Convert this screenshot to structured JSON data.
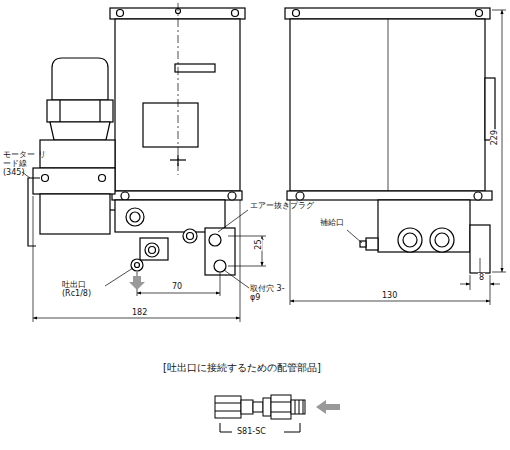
{
  "diagram": {
    "labels": [
      "モーター リード線 (345)",
      "エアー抜きプラグ",
      "補給口",
      "229",
      "25",
      "吐出口 (Rc1/8)",
      "70",
      "取付穴 3-φ9",
      "8",
      "182",
      "130",
      "[吐出口に接続するための配管部品]",
      "S81-SC"
    ]
  }
}
